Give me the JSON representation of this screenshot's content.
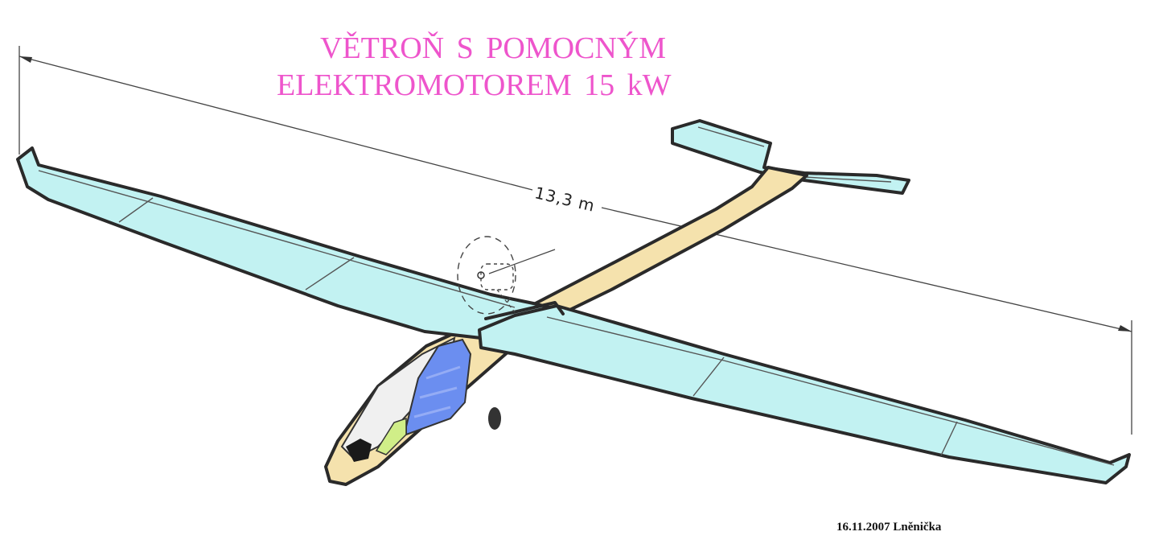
{
  "title": {
    "line1": "VĚTROŇ  S  POMOCNÝM",
    "line2": "ELEKTROMOTOREM  15 kW"
  },
  "dimension": {
    "wingspan_label": "13,3 m"
  },
  "signature": "16.11.2007  Lněnička",
  "colors": {
    "title": "#ee55cc",
    "wing": "#c2f2f2",
    "fuselage": "#f5e2ad",
    "canopy_glass": "#6b8ef0",
    "seat": "#d0ee88",
    "outline": "#2a2a2a"
  }
}
